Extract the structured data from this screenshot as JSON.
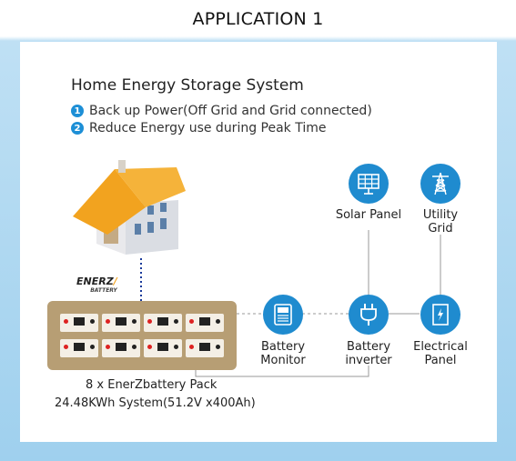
{
  "header": {
    "title": "APPLICATION 1"
  },
  "diagram": {
    "title": "Home Energy Storage System",
    "points": [
      {
        "number": "1",
        "text": "Back up Power(Off Grid and Grid connected)"
      },
      {
        "number": "2",
        "text": "Reduce Energy use during Peak Time"
      }
    ],
    "logo": {
      "main": "ENERZ",
      "sub": "BATTERY"
    },
    "nodes": {
      "solar_panel": "Solar Panel",
      "utility_grid_line1": "Utility",
      "utility_grid_line2": "Grid",
      "battery_monitor_line1": "Battery",
      "battery_monitor_line2": "Monitor",
      "battery_inverter_line1": "Battery",
      "battery_inverter_line2": "inverter",
      "electrical_panel_line1": "Electrical",
      "electrical_panel_line2": "Panel"
    },
    "battery_pack": {
      "line1": "8 x EnerZbattery Pack",
      "line2": "24.48KWh System(51.2V x400Ah)"
    },
    "colors": {
      "accent_blue": "#1f8bcf",
      "roof_orange": "#f2a31f",
      "battery_box": "#b79e74",
      "background_blue": "#9fd0ee"
    }
  }
}
